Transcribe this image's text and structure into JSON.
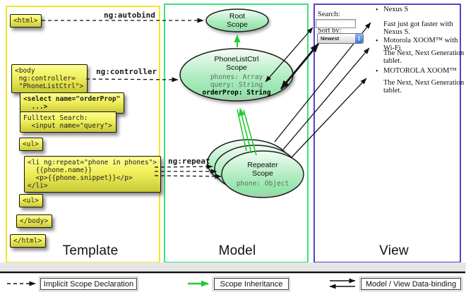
{
  "annotations": {
    "autobind": "ng:autobind",
    "controller": "ng:controller",
    "repeat": "ng:repeat"
  },
  "template_section": {
    "label": "Template",
    "boxes": {
      "html_open": "<html>",
      "body_open": "<body\n ng:controller=\n \"PhoneListCtrl\">",
      "select": "<select name=\"orderProp\"\n  ...>",
      "fulltext": "Fulltext Search:\n  <input name=\"query\">",
      "ul_open": "<ul>",
      "li_repeat": "<li ng:repeat=\"phone in phones\">\n  {{phone.name}}\n  <p>{{phone.snippet}}</p>\n</li>",
      "ul_close": "<ul>",
      "body_close": "</body>",
      "html_close": "</html>"
    }
  },
  "model_section": {
    "label": "Model",
    "root_scope": {
      "title": "Root\nScope"
    },
    "phonelist_scope": {
      "title": "PhoneListCtrl\nScope",
      "props": {
        "phones": "phones: Array",
        "query": "query: String",
        "orderProp": "orderProp: String"
      }
    },
    "repeater_scope": {
      "title": "Repeater\nScope",
      "prop": "phone: Object"
    }
  },
  "view_section": {
    "label": "View",
    "search_label": "Search:",
    "sort_label": "Sort by:",
    "sort_value": "Newest",
    "items": [
      {
        "bullet": "•",
        "title": "Nexus S",
        "desc": "Fast just got faster with Nexus S."
      },
      {
        "bullet": "•",
        "title": "Motorola XOOM™ with Wi-Fi",
        "desc": "The Next, Next Generation tablet."
      },
      {
        "bullet": "•",
        "title": "MOTOROLA XOOM™",
        "desc": "The Next, Next Generation tablet."
      }
    ]
  },
  "legend": {
    "implicit": "Implicit Scope Declaration",
    "inheritance": "Scope Inheritance",
    "databinding": "Model / View Data-binding"
  },
  "colors": {
    "template_border": "#f2e72a",
    "model_border": "#3fe081",
    "view_border": "#5940cc",
    "scope_fill_light": "#f3fcf4",
    "scope_fill_dark": "#9fe9b5",
    "code_box_yellow": "#f0ef5b",
    "inheritance_arrow": "#22cc33",
    "arrow_black": "#111111"
  }
}
